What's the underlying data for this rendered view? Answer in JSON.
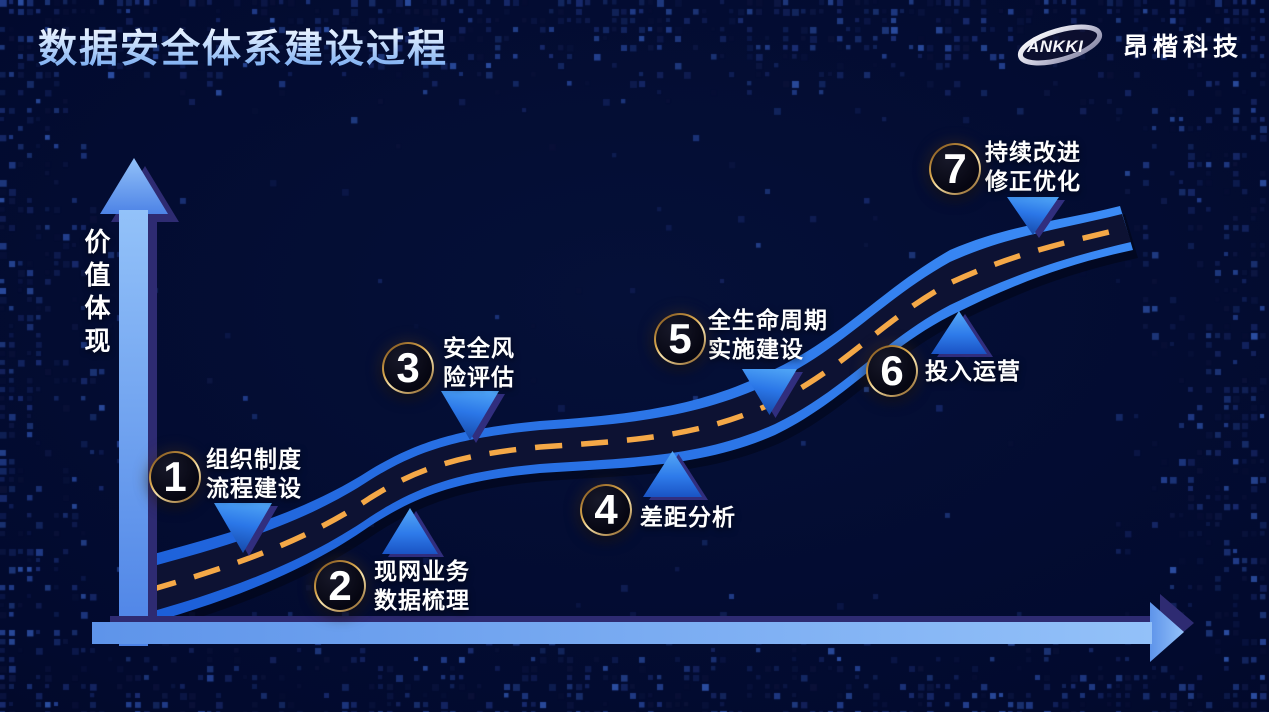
{
  "slide": {
    "title": "数据安全体系建设过程",
    "y_axis_label": "价值体现"
  },
  "logo": {
    "brand": "ANKKI",
    "company": "昂楷科技"
  },
  "steps": [
    {
      "num": "1",
      "label": "组织制度\n流程建设"
    },
    {
      "num": "2",
      "label": "现网业务\n数据梳理"
    },
    {
      "num": "3",
      "label": "安全风\n险评估"
    },
    {
      "num": "4",
      "label": "差距分析"
    },
    {
      "num": "5",
      "label": "全生命周期\n实施建设"
    },
    {
      "num": "6",
      "label": "投入运营"
    },
    {
      "num": "7",
      "label": "持续改进\n修正优化"
    }
  ],
  "colors": {
    "background": "#020930",
    "title_gradient_blue": "#9cc4f7",
    "road_edge_blue": "#2575e8",
    "road_surface_dark": "#0d1233",
    "road_dash_orange": "#f4a847",
    "axis_light_blue": "#8cbbf8",
    "axis_shadow_indigo": "#2e2b72",
    "badge_ring_gold": "#e8b560",
    "badge_fill_dark": "#07070f",
    "pointer_blue": "#2b77e8",
    "text_white": "#ffffff"
  }
}
